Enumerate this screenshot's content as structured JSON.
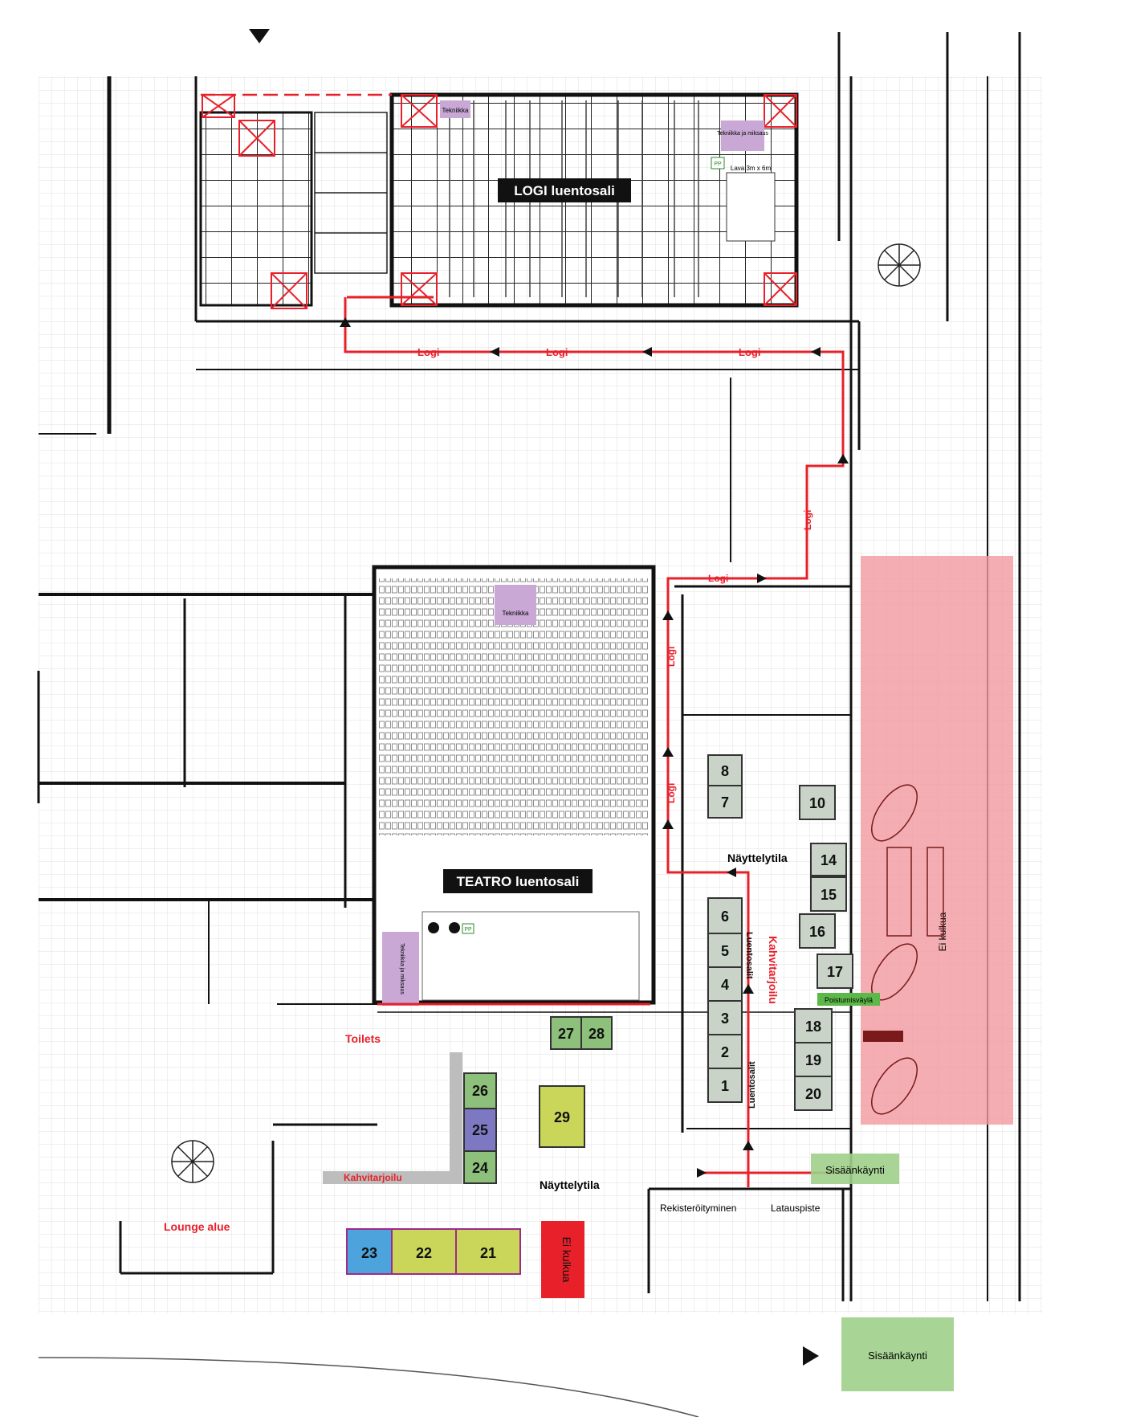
{
  "rooms": {
    "logi": "LOGI luentosali",
    "teatro": "TEATRO luentosali",
    "tekniikka_logi": "Tekniikka",
    "tekniikka_logi2": "Tekniikka ja miksaus",
    "tekniikka_teatro": "Tekniikka",
    "tekniikka_teatro_side": "Tekniikka ja miksaus",
    "lava": "Lava 3m x 6m",
    "pp": "PP"
  },
  "areas": {
    "nayttelytila_1": "Näyttelytila",
    "nayttelytila_2": "Näyttelytila",
    "kahvitarjoilu_1": "Kahvitarjoilu",
    "kahvitarjoilu_2": "Kahvitarjoilu",
    "toilets": "Toilets",
    "lounge": "Lounge alue",
    "ei_kulkua_1": "Ei kulkua",
    "ei_kulkua_2": "Ei kulkua",
    "rekisteroityminen": "Rekisteröityminen",
    "latauspiste": "Latauspiste",
    "sisaankaynti_1": "Sisäänkäynti",
    "sisaankaynti_2": "Sisäänkäynti",
    "poistumisvayla": "Poistumisväylä",
    "luentosalit_1": "Luentosalit",
    "luentosalit_2": "Luentosalit"
  },
  "route_labels": [
    "Logi",
    "Logi",
    "Logi",
    "Logi",
    "Logi",
    "Logi",
    "Logi"
  ],
  "booths": [
    "1",
    "2",
    "3",
    "4",
    "5",
    "6",
    "7",
    "8",
    "10",
    "14",
    "15",
    "16",
    "17",
    "18",
    "19",
    "20",
    "21",
    "22",
    "23",
    "24",
    "25",
    "26",
    "27",
    "28",
    "29"
  ],
  "colors": {
    "booth_grey": "#c9d3c8",
    "booth_green": "#8dc07a",
    "booth_lime": "#c9d65a",
    "booth_blue": "#4da3db",
    "booth_purple": "#7d78c2",
    "no_access_pink": "#f19aa0",
    "no_access_red": "#e8202a",
    "route_red": "#e8202a",
    "entrance_green": "#9ed08a",
    "tech_lilac": "#c9a8d6",
    "label_red": "#e8202a"
  },
  "icons": [
    "north-arrow-icon",
    "entrance-arrow-icon",
    "route-arrow-icon",
    "emergency-exit-icon"
  ]
}
